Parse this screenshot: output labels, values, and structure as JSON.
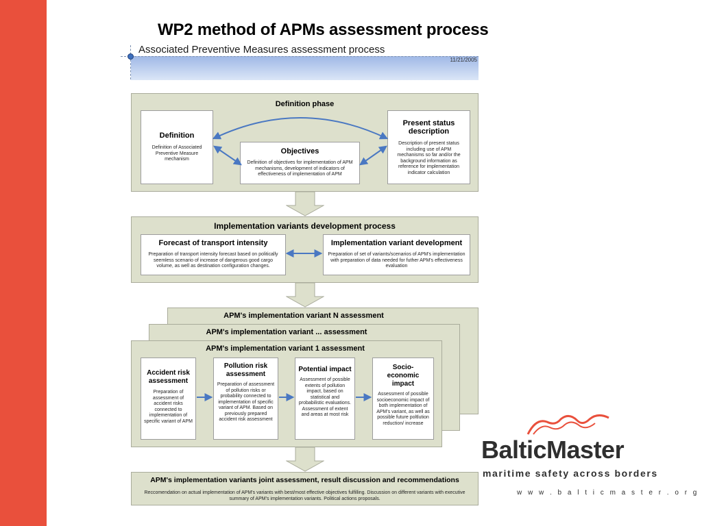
{
  "title": "WP2 method of APMs assessment process",
  "subtitle": "Associated Preventive Measures assessment process",
  "date": "11/21/2005",
  "definition_phase": {
    "title": "Definition phase",
    "definition": {
      "heading": "Definition",
      "text": "Definition of Associated Preventive Measure mechanism"
    },
    "objectives": {
      "heading": "Objectives",
      "text": "Definition of objectives for implementation of APM mechanisms, development of indicators of effectiveness of implementation of APM"
    },
    "present_status": {
      "heading": "Present status description",
      "text": "Description of present status including use of APM mechanisms so far and/or the background information as reference for implementation indicator calculation"
    }
  },
  "implementation_phase": {
    "title": "Implementation variants development process",
    "forecast": {
      "heading": "Forecast of transport intensity",
      "text": "Preparation of transport intensity forecast based on politically seemless scenario of increase of dangerous good cargo volume, as well as destination configuration changes."
    },
    "variant_dev": {
      "heading": "Implementation variant development",
      "text": "Preparation of set of variants/scenarios of APM's implementation with preparation of data needed for futher APM's effectiveness evaluation"
    }
  },
  "assessment": {
    "sheet_n": "APM's implementation variant N assessment",
    "sheet_mid": "APM's implementation variant ... assessment",
    "sheet_1": "APM's implementation variant 1 assessment",
    "accident": {
      "heading": "Accident risk assessment",
      "text": "Preparation of assessment of accident risks connected to implementation of specific variant of APM"
    },
    "pollution": {
      "heading": "Pollution risk assessment",
      "text": "Preparation of assessment of pollution risks or probability connected to implementation of specific variant of APM. Based on previously prepared accident risk assessment"
    },
    "potential": {
      "heading": "Potential impact",
      "text": "Assessment of possible extents of pollution impact, based on statistical and probabilistic evaluations. Assessment of extent and areas at most risk"
    },
    "socio": {
      "heading": "Socio-economic impact",
      "text": "Assessment of possible socioeconomic impact of both implementation of APM's variant, as well as possible future poltlution reduction/ increase"
    }
  },
  "joint": {
    "title": "APM's implementation variants joint assessment, result discussion and recommendations",
    "text": "Reccomendation on actual implementation of APM's variants with best/most effective objectives fulfilling. Discussion on different variants with executive summary of APM's implementation variants. Political actions proposals."
  },
  "logo": {
    "name": "BalticMaster",
    "tagline": "maritime safety across borders",
    "url": "w w w . b a l t i c m a s t e r . o r g"
  },
  "colors": {
    "accent_bar": "#e9503c",
    "arrow": "#4a78c2",
    "phase_fill": "#dde0cc",
    "band": "#9fb8e6"
  }
}
